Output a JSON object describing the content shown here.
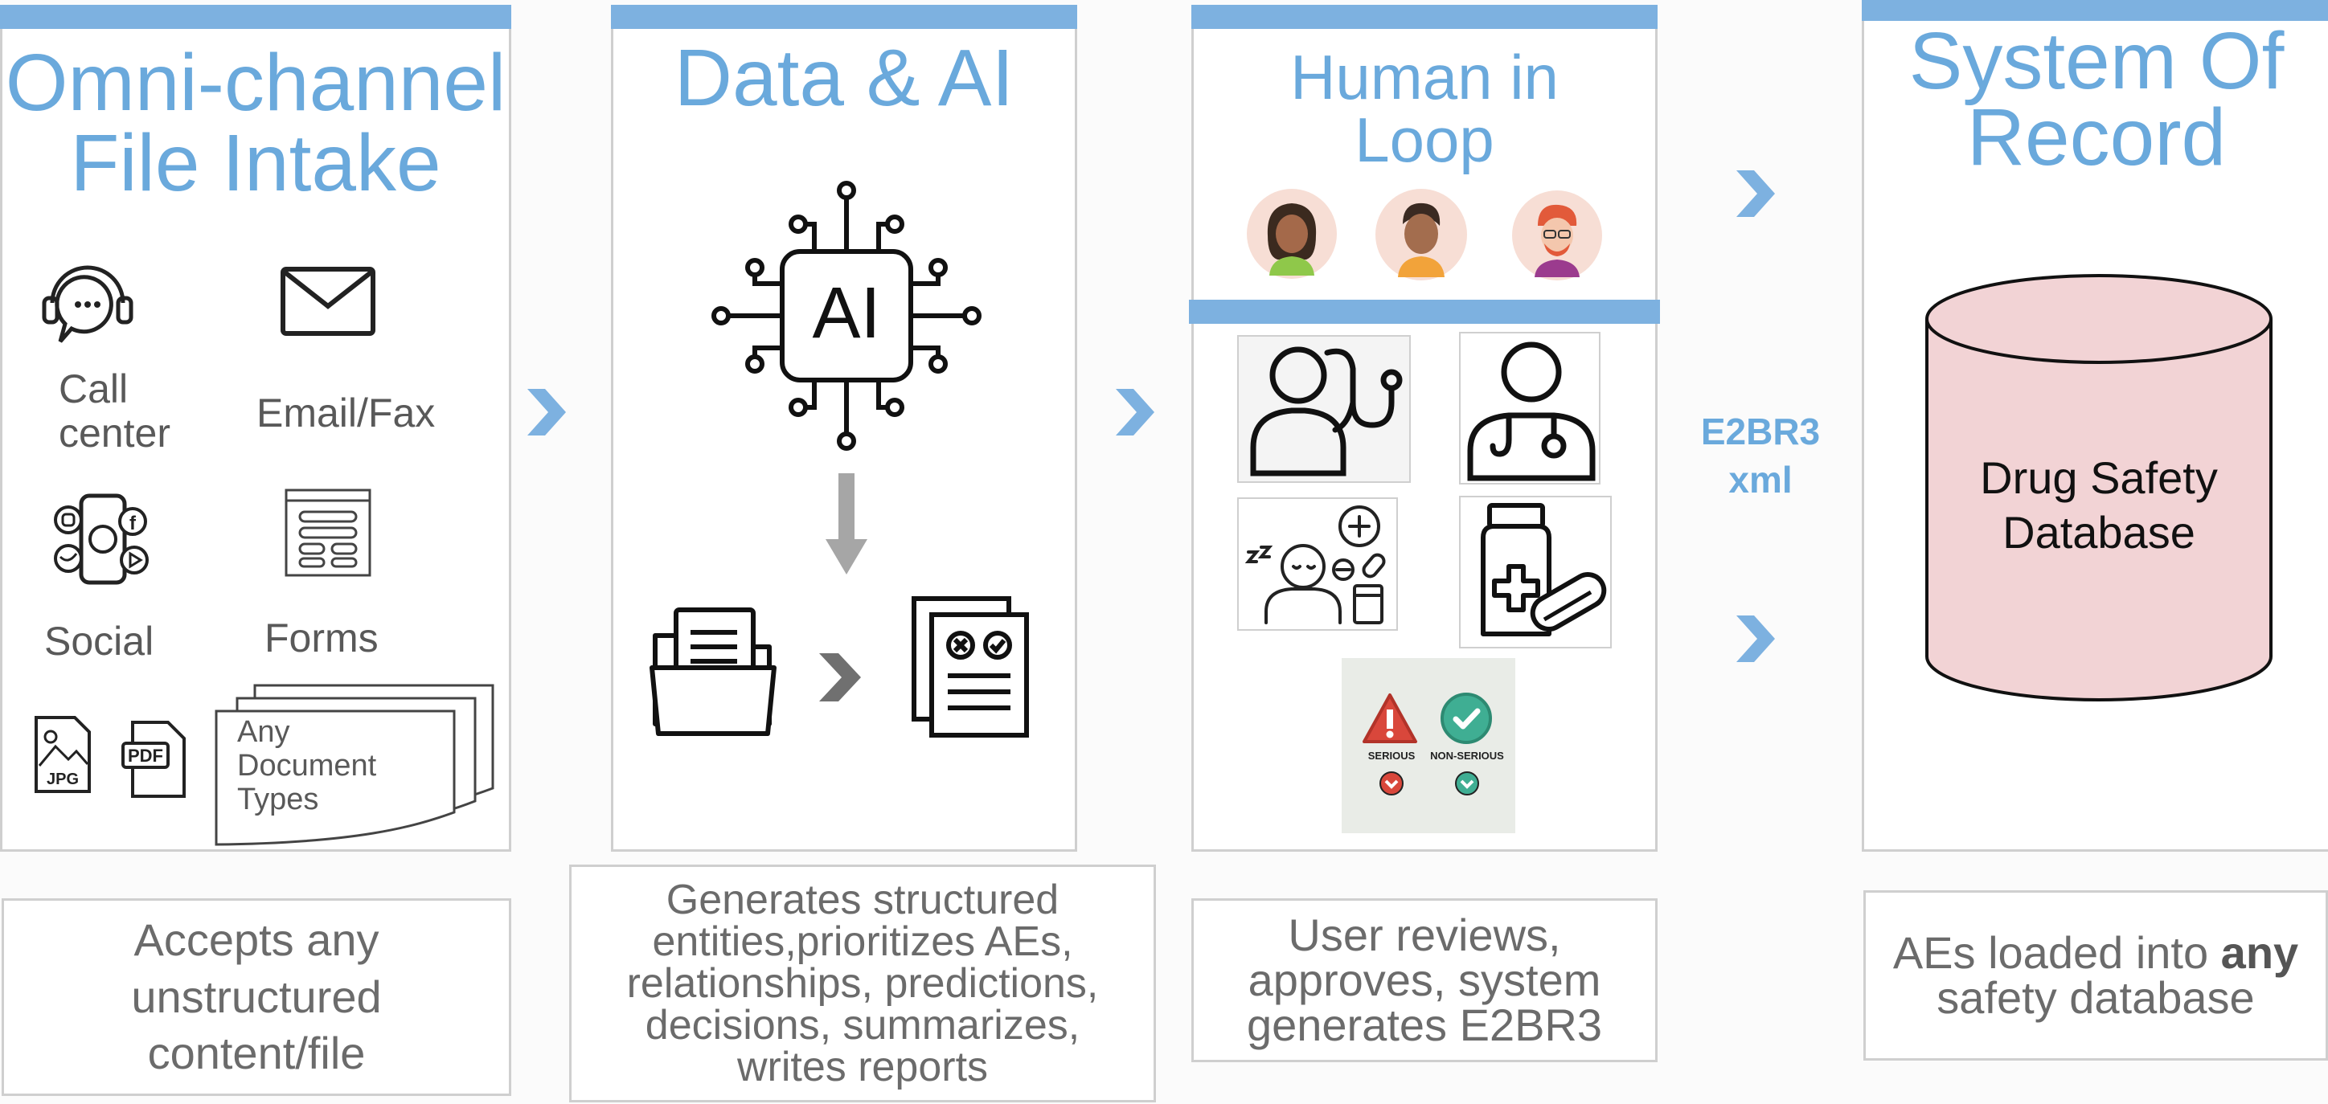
{
  "columns": [
    {
      "title_lines": [
        "Omni-channel",
        "File Intake"
      ],
      "channels": {
        "call_center": [
          "Call",
          "center"
        ],
        "email_fax": "Email/Fax",
        "social": "Social",
        "forms": "Forms",
        "jpg_badge": "JPG",
        "pdf_badge": "PDF",
        "any_doc_lines": [
          "Any",
          "Document",
          "Types"
        ]
      },
      "caption_lines": [
        "Accepts any",
        "unstructured",
        "content/file"
      ]
    },
    {
      "title": "Data & AI",
      "chip_label": "AI",
      "caption_lines": [
        "Generates structured",
        "entities,prioritizes AEs,",
        "relationships, predictions,",
        "decisions, summarizes,",
        "writes reports"
      ]
    },
    {
      "title_lines": [
        "Human in",
        "Loop"
      ],
      "badges": {
        "serious": "SERIOUS",
        "non_serious": "NON-SERIOUS"
      },
      "caption_lines": [
        "User reviews,",
        "approves, system",
        "generates E2BR3"
      ]
    },
    {
      "title_lines": [
        "System Of",
        "Record"
      ],
      "database_lines": [
        "Drug Safety",
        "Database"
      ],
      "caption_prefix": "AEs loaded into ",
      "caption_bold": "any",
      "caption_line2": "safety database"
    }
  ],
  "connector_label_lines": [
    "E2BR3",
    "xml"
  ],
  "colors": {
    "accent": "#7db1e0",
    "title": "#6aa9dc",
    "text": "#595959",
    "database_fill": "#f2d3d5",
    "serious_red": "#d9473b",
    "non_serious_teal": "#3fae93"
  }
}
